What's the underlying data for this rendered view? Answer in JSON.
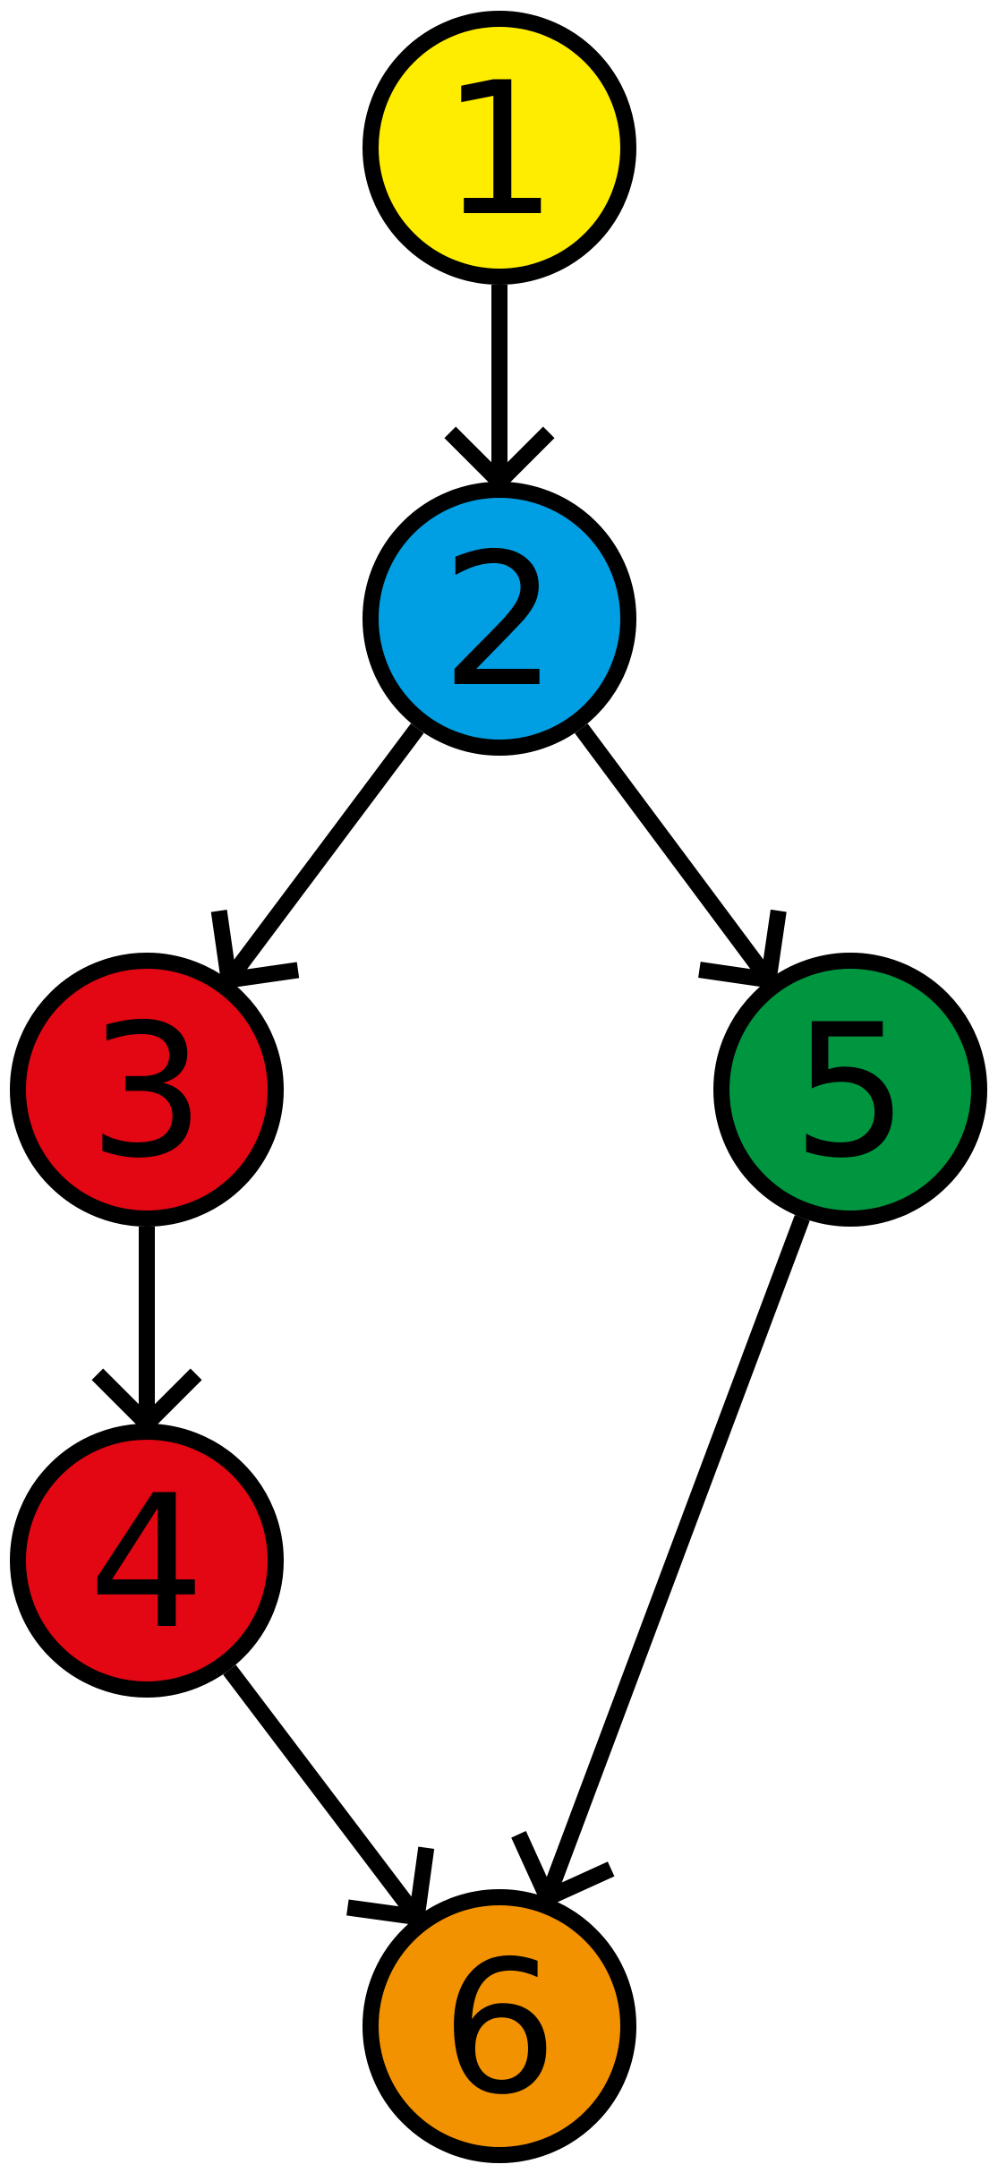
{
  "nodes": [
    {
      "id": "1",
      "label": "1",
      "color": "#FFED00"
    },
    {
      "id": "2",
      "label": "2",
      "color": "#009FE3"
    },
    {
      "id": "3",
      "label": "3",
      "color": "#E30613"
    },
    {
      "id": "4",
      "label": "4",
      "color": "#E30613"
    },
    {
      "id": "5",
      "label": "5",
      "color": "#009640"
    },
    {
      "id": "6",
      "label": "6",
      "color": "#F39200"
    }
  ],
  "edges": [
    {
      "from": "1",
      "to": "2"
    },
    {
      "from": "2",
      "to": "3"
    },
    {
      "from": "2",
      "to": "5"
    },
    {
      "from": "3",
      "to": "4"
    },
    {
      "from": "4",
      "to": "6"
    },
    {
      "from": "5",
      "to": "6"
    }
  ],
  "styles": {
    "stroke_color": "#000000"
  }
}
